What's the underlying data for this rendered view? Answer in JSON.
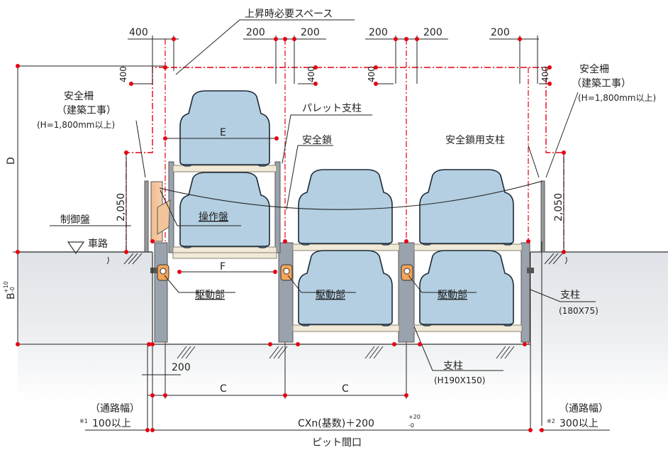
{
  "labels": {
    "upper_space": "上昇時必要スペース",
    "safety_fence": "安全柵",
    "construction": "（建築工事）",
    "fence_height": "(H=1,800mm以上)",
    "pallet_post": "パレット支柱",
    "safety_chain": "安全鎖",
    "chain_post": "安全鎖用支柱",
    "control_panel": "制御盤",
    "operation_panel": "操作盤",
    "road": "車路",
    "drive_unit": "駆動部",
    "post": "支柱",
    "post_size_small": "(180X75)",
    "post_size_large": "(H190X150)",
    "aisle_width": "（通路幅）",
    "note1_mark": "※1",
    "note2_mark": "※2",
    "aisle_left_value": "100以上",
    "aisle_right_value": "300以上",
    "pit_opening": "ピット間口"
  },
  "dims": {
    "d400": "400",
    "d200": "200",
    "D": "D",
    "d2050": "2,050",
    "B": "B",
    "B_tol_plus": "+10",
    "B_tol_minus": "-0",
    "E": "E",
    "F": "F",
    "C": "C",
    "total_width": "CXn(基数)＋200",
    "total_tol_plus": "+20",
    "total_tol_minus": "-0"
  }
}
